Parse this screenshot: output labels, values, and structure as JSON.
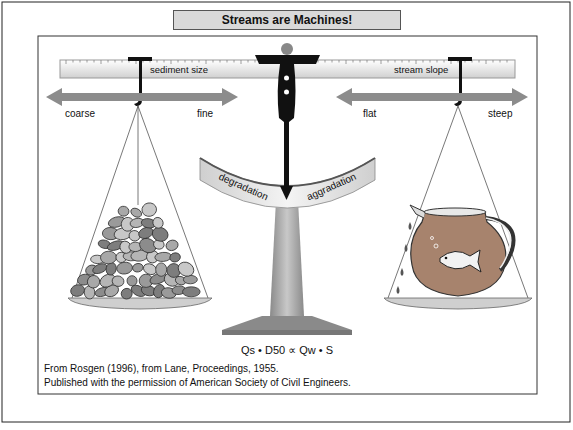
{
  "diagram": {
    "title": "Streams are Machines!",
    "labels": [
      "sediment size",
      "stream slope",
      "coarse",
      "fine",
      "flat",
      "steep",
      "degradation",
      "aggradation",
      "Qs • D50 ∝ Qw • S",
      "From Rosgen (1996), from Lane, Proceedings, 1955.",
      "Published with the permission of American Society of Civil Engineers."
    ]
  }
}
